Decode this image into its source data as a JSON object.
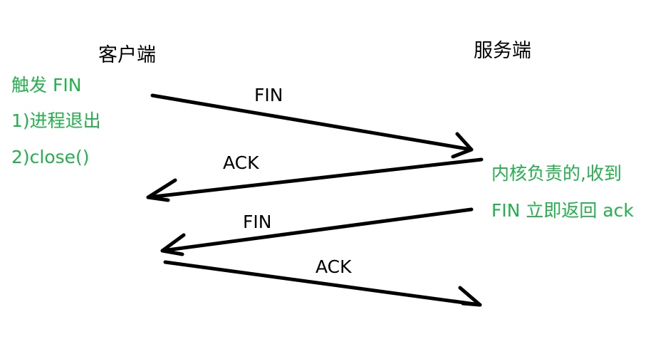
{
  "endpoints": {
    "client": "客户端",
    "server": "服务端"
  },
  "client_notes": {
    "trigger": "触发 FIN",
    "item1": "1)进程退出",
    "item2": "2)close()"
  },
  "server_notes": {
    "line1": "内核负责的,收到",
    "line2": "FIN 立即返回 ack"
  },
  "messages": {
    "fin1": "FIN",
    "ack1": "ACK",
    "fin2": "FIN",
    "ack2": "ACK"
  },
  "colors": {
    "text": "#000000",
    "note": "#22b14c",
    "arrow": "#000000"
  }
}
